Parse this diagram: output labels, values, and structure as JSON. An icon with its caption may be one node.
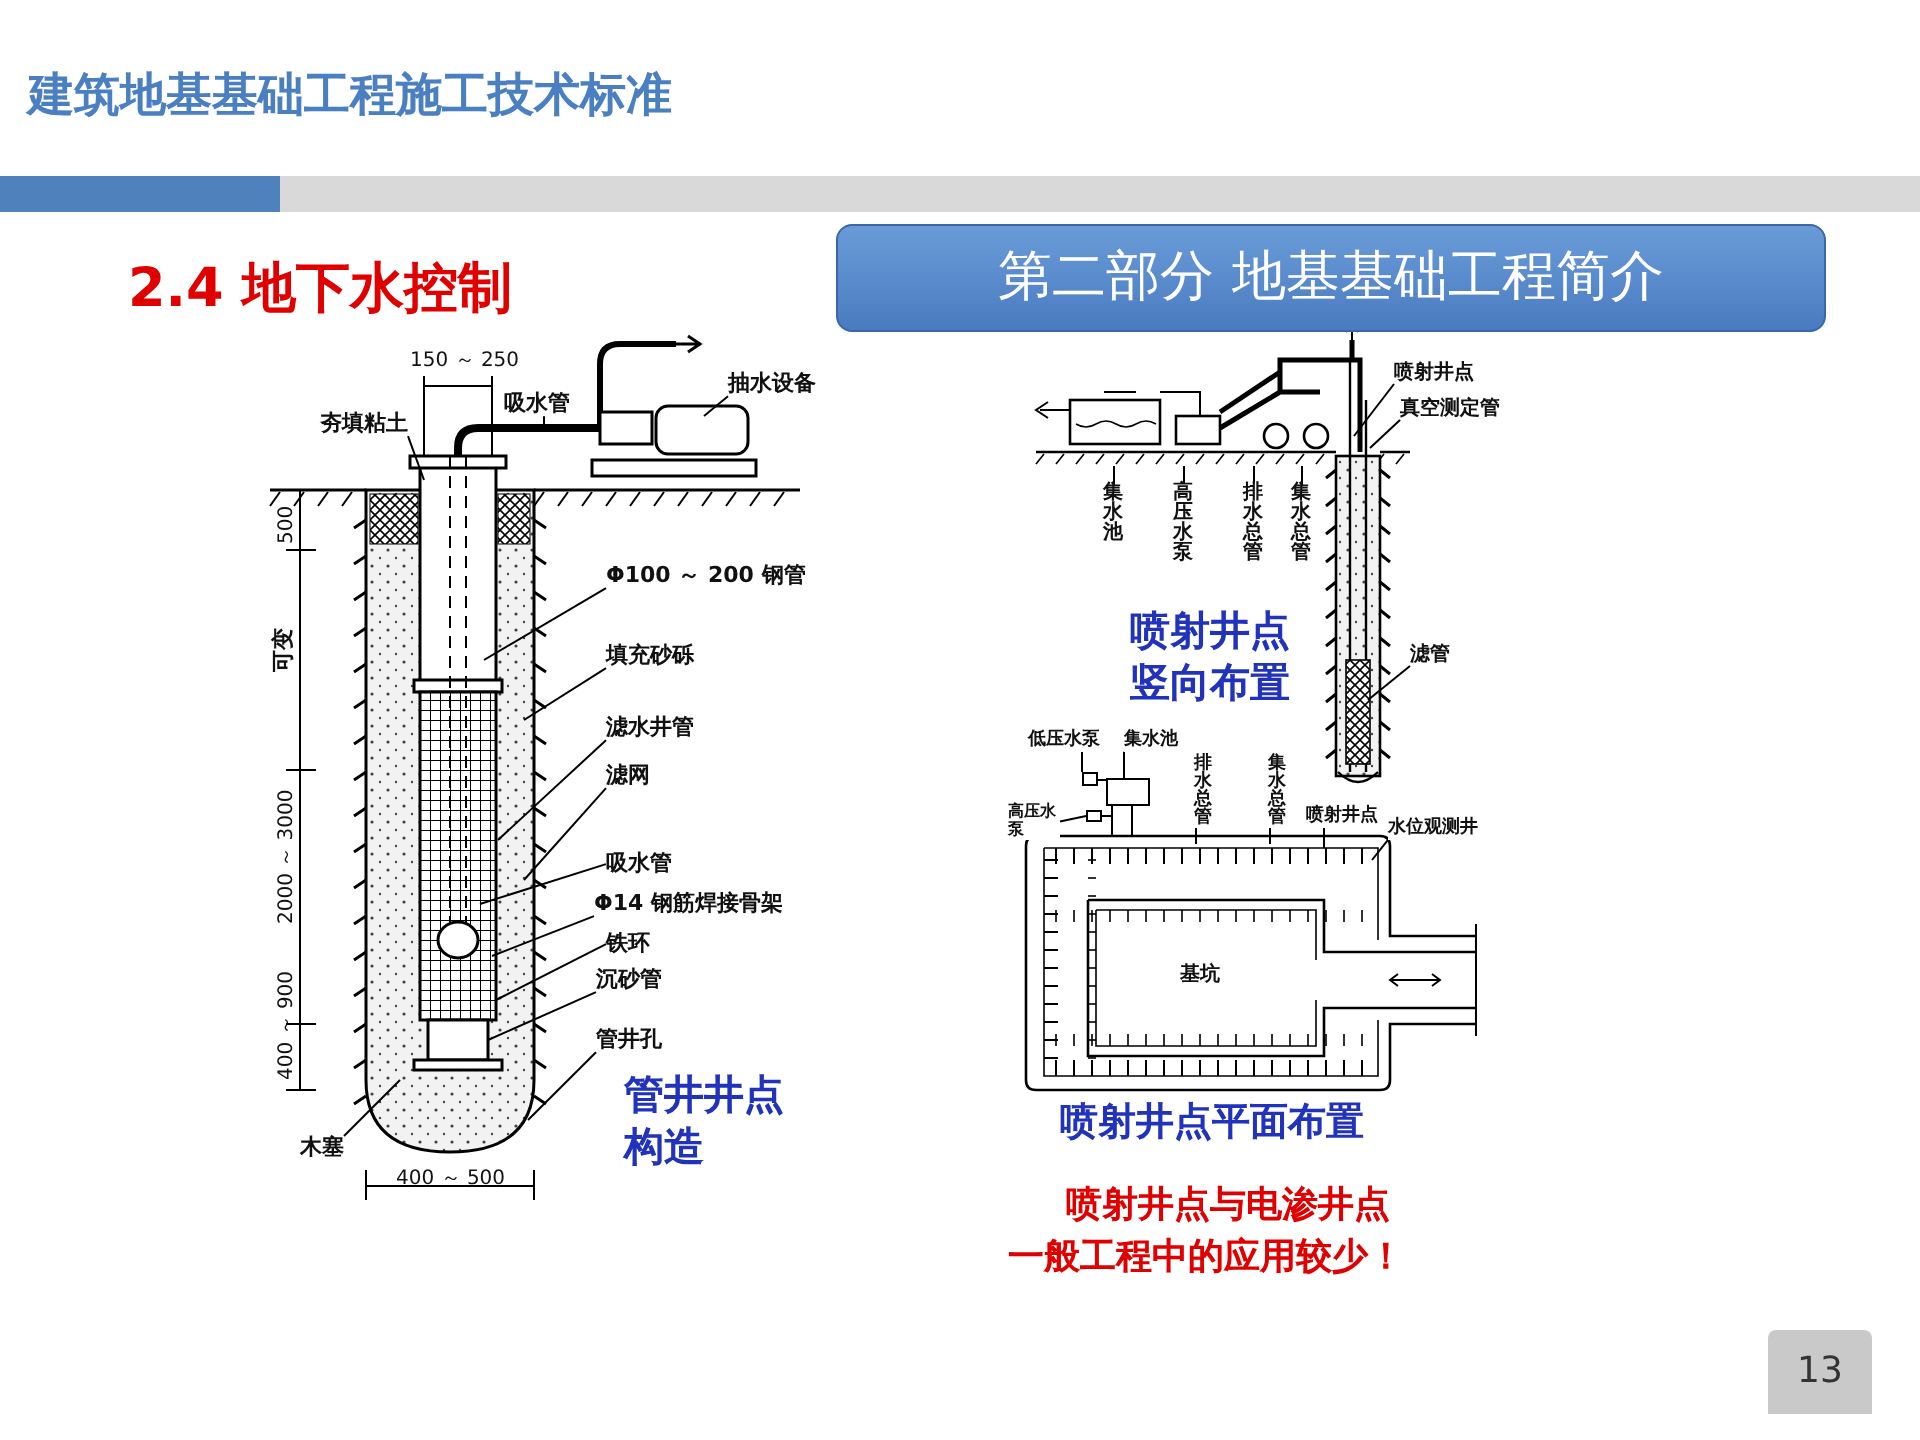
{
  "diagram": {
    "title": "建筑地基基础工程施工技术标准",
    "nodes": [
      {
        "text": [
          "第二部分 地基基础工程简介"
        ]
      },
      {
        "text": [
          "13"
        ]
      },
      {
        "text": [
          "夯填粘土"
        ]
      },
      {
        "text": [
          "吸水管"
        ]
      },
      {
        "text": [
          "抽水设备"
        ]
      },
      {
        "text": [
          "Φ100 ～ 200 钢管"
        ]
      },
      {
        "text": [
          "填充砂砾"
        ]
      },
      {
        "text": [
          "滤水井管"
        ]
      },
      {
        "text": [
          "滤网"
        ]
      },
      {
        "text": [
          "吸水管"
        ]
      },
      {
        "text": [
          "Φ14 钢筋焊接骨架"
        ]
      },
      {
        "text": [
          "铁环"
        ]
      },
      {
        "text": [
          "沉砂管"
        ]
      },
      {
        "text": [
          "管井孔"
        ]
      },
      {
        "text": [
          "木塞"
        ]
      },
      {
        "text": [
          "喷射井点"
        ]
      },
      {
        "text": [
          "真空测定管"
        ]
      },
      {
        "text": [
          "集水池"
        ]
      },
      {
        "text": [
          "高压水泵"
        ]
      },
      {
        "text": [
          "排水总管"
        ]
      },
      {
        "text": [
          "集水总管"
        ]
      },
      {
        "text": [
          "滤管"
        ]
      },
      {
        "text": [
          "低压水泵"
        ]
      },
      {
        "text": [
          "集水池"
        ]
      },
      {
        "text": [
          "高压水泵"
        ]
      },
      {
        "text": [
          "排水总管"
        ]
      },
      {
        "text": [
          "集水总管"
        ]
      },
      {
        "text": [
          "喷射井点"
        ]
      },
      {
        "text": [
          "水位观测井"
        ]
      },
      {
        "text": [],
        "shape": "box"
      },
      {
        "text": [],
        "shape": "box"
      },
      {
        "text": [],
        "shape": "box"
      }
    ],
    "edges": [
      {
        "from": 2,
        "to": null,
        "arrow": "none"
      },
      {
        "from": 3,
        "to": null,
        "arrow": "none"
      },
      {
        "from": 4,
        "to": null,
        "arrow": "none"
      },
      {
        "from": 5,
        "to": null,
        "arrow": "none"
      },
      {
        "from": 6,
        "to": null,
        "arrow": "none"
      },
      {
        "from": 7,
        "to": null,
        "arrow": "none"
      },
      {
        "from": 8,
        "to": null,
        "arrow": "none"
      },
      {
        "from": 9,
        "to": null,
        "arrow": "none"
      },
      {
        "from": 10,
        "to": null,
        "arrow": "none"
      },
      {
        "from": 11,
        "to": null,
        "arrow": "none"
      },
      {
        "from": 12,
        "to": null,
        "arrow": "none"
      },
      {
        "from": 13,
        "to": null,
        "arrow": "none"
      },
      {
        "from": 14,
        "to": null,
        "arrow": "none"
      },
      {
        "from": 15,
        "to": null,
        "arrow": "none"
      },
      {
        "from": 16,
        "to": null,
        "arrow": "none"
      },
      {
        "from": 17,
        "to": null,
        "arrow": "none"
      },
      {
        "from": 18,
        "to": null,
        "arrow": "none"
      },
      {
        "from": 19,
        "to": null,
        "arrow": "none"
      },
      {
        "from": 20,
        "to": null,
        "arrow": "none"
      },
      {
        "from": 21,
        "to": null,
        "arrow": "none"
      },
      {
        "from": 22,
        "to": 29,
        "arrow": "none"
      },
      {
        "from": 23,
        "to": 30,
        "arrow": "none"
      },
      {
        "from": 24,
        "to": 31,
        "arrow": "none"
      },
      {
        "from": 25,
        "to": null,
        "arrow": "none"
      },
      {
        "from": 26,
        "to": null,
        "arrow": "none"
      },
      {
        "from": 27,
        "to": null,
        "arrow": "none"
      },
      {
        "from": 28,
        "to": null,
        "arrow": "none"
      }
    ],
    "labels": [
      "2.4 地下水控制",
      "150 ～ 250",
      "500",
      "可变",
      "2000 ～ 3000",
      "400 ～ 900",
      "400 ～ 500",
      "管井井点构造",
      "喷射井点竖向布置",
      "基坑",
      "喷射井点平面布置",
      "喷射井点与电渗井点",
      "一般工程中的应用较少！"
    ]
  }
}
